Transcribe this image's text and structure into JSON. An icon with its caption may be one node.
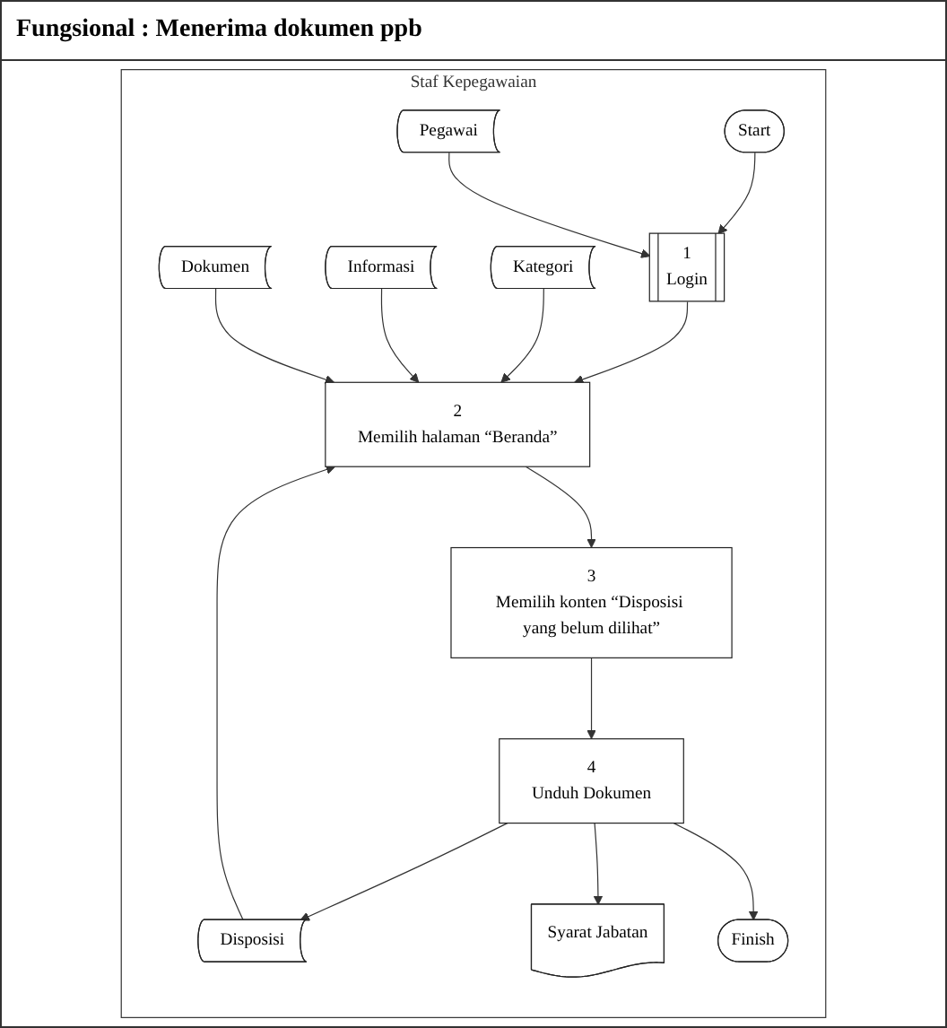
{
  "diagram": {
    "title": "Fungsional : Menerima dokumen ppb",
    "nodes": [
      {
        "text": [
          "Staf Kepegawaian"
        ]
      },
      {
        "text": [
          "Start"
        ],
        "in": 0
      },
      {
        "text": [
          "1",
          "Login"
        ],
        "in": 0
      },
      {
        "text": [
          "Pegawai"
        ],
        "in": 0
      },
      {
        "text": [
          "Kategori"
        ],
        "in": 0
      },
      {
        "text": [
          "2",
          "Memilih halaman “Beranda”"
        ],
        "in": 0
      },
      {
        "text": [
          "Informasi"
        ],
        "in": 0
      },
      {
        "text": [
          "Dokumen"
        ],
        "in": 0
      },
      {
        "text": [
          "Disposisi"
        ],
        "in": 0
      },
      {
        "text": [
          "3",
          "Memilih konten “Disposisi yang belum dilihat”"
        ],
        "in": 0
      },
      {
        "text": [
          "4",
          "Unduh Dokumen"
        ],
        "in": 0
      },
      {
        "text": [
          "Syarat Jabatan"
        ],
        "in": 0
      },
      {
        "text": [
          "Finish"
        ],
        "in": 0
      }
    ],
    "edges": [
      {
        "from": 1,
        "to": 2,
        "arrow": "to"
      },
      {
        "from": 3,
        "to": 2,
        "arrow": "to"
      },
      {
        "from": 2,
        "to": 5,
        "arrow": "to"
      },
      {
        "from": 4,
        "to": 5,
        "arrow": "to"
      },
      {
        "from": 6,
        "to": 5,
        "arrow": "to"
      },
      {
        "from": 7,
        "to": 5,
        "arrow": "to"
      },
      {
        "from": 8,
        "to": 5,
        "arrow": "to"
      },
      {
        "from": 5,
        "to": 9,
        "arrow": "to"
      },
      {
        "from": 9,
        "to": 10,
        "arrow": "to"
      },
      {
        "from": 10,
        "to": 11,
        "arrow": "to"
      },
      {
        "from": 10,
        "to": 8,
        "arrow": "to"
      },
      {
        "from": 10,
        "to": 12,
        "arrow": "to"
      }
    ]
  }
}
